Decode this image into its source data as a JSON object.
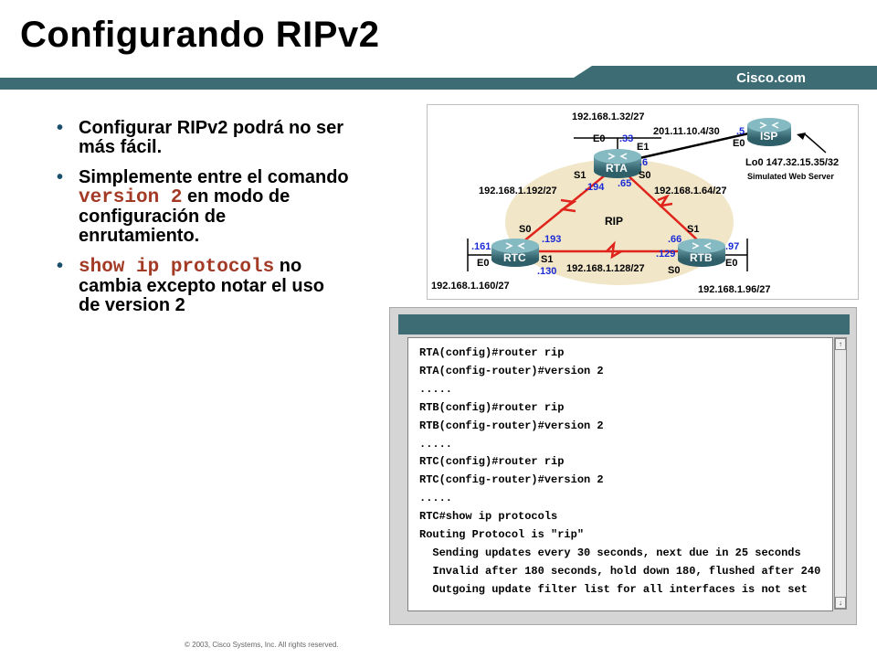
{
  "slide": {
    "title": "Configurando RIPv2",
    "brand": "Cisco.com",
    "footer": "© 2003, Cisco Systems, Inc. All rights reserved."
  },
  "colors": {
    "bar": "#3d6c75",
    "bullet": "#1a4f6b",
    "code": "#a33a26",
    "ip_blue": "#1b2bd6",
    "link_red": "#e0241b"
  },
  "bullets": [
    {
      "text": "Configurar RIPv2 podrá no ser más fácil."
    },
    {
      "pre": "Simplemente entre el comando ",
      "code": "version 2",
      "post": " en modo de configuración de enrutamiento."
    },
    {
      "code": "show ip protocols",
      "post": " no cambia excepto notar el uso de version 2"
    }
  ],
  "diagram": {
    "cloud_label": "RIP",
    "routers": {
      "rta": "RTA",
      "rtb": "RTB",
      "rtc": "RTC",
      "isp": "ISP"
    },
    "labels": {
      "net_top": "192.168.1.32/27",
      "e0_rta": "E0",
      "rta_e0_ip": ".33",
      "wan_isp": "201.11.10.4/30",
      "isp_ip": ".5",
      "isp_e0": "E0",
      "rta_e1": "E1",
      "rta_e1_ip": ".6",
      "lo0": "Lo0 147.32.15.35/32",
      "web_server": "Simulated Web Server",
      "rta_s1": "S1",
      "rta_s0": "S0",
      "rta_s1_ip": ".194",
      "rta_s0_ip": ".65",
      "net_left": "192.168.1.192/27",
      "net_right": "192.168.1.64/27",
      "rtc_s0": "S0",
      "rtc_s0_ip": ".193",
      "rtb_s1": "S1",
      "rtb_s1_ip": ".66",
      "rtc_e0_ip": ".161",
      "rtc_e0": "E0",
      "rtc_s1": "S1",
      "rtc_s1_ip": ".130",
      "rtb_s0_ip": ".129",
      "rtb_s0": "S0",
      "rtb_e0_ip": ".97",
      "rtb_e0": "E0",
      "net_bottom": "192.168.1.128/27",
      "lan_rtc": "192.168.1.160/27",
      "lan_rtb": "192.168.1.96/27"
    }
  },
  "terminal": {
    "lines": [
      "RTA(config)#router rip",
      "RTA(config-router)#version 2",
      ".....",
      "RTB(config)#router rip",
      "RTB(config-router)#version 2",
      ".....",
      "RTC(config)#router rip",
      "RTC(config-router)#version 2",
      ".....",
      "RTC#show ip protocols",
      "Routing Protocol is \"rip\"",
      "  Sending updates every 30 seconds, next due in 25 seconds",
      "  Invalid after 180 seconds, hold down 180, flushed after 240",
      "  Outgoing update filter list for all interfaces is not set"
    ],
    "scroll_up": "↑",
    "scroll_down": "↓"
  }
}
